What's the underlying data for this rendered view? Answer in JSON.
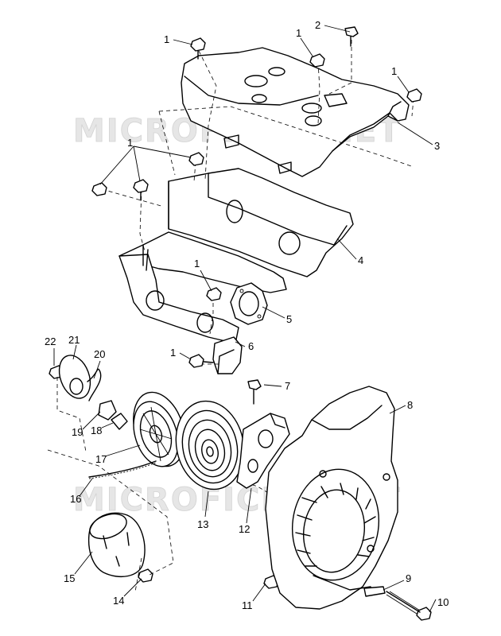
{
  "watermark": {
    "text": "MICROFICHE.NET"
  },
  "callouts": {
    "c1a": "1",
    "c1b": "1",
    "c1c": "1",
    "c1d": "1",
    "c1e": "1",
    "c1f": "1",
    "c2": "2",
    "c3": "3",
    "c4": "4",
    "c5": "5",
    "c6": "6",
    "c7": "7",
    "c8": "8",
    "c9": "9",
    "c10": "10",
    "c11": "11",
    "c12": "12",
    "c13": "13",
    "c14": "14",
    "c15": "15",
    "c16": "16",
    "c17": "17",
    "c18": "18",
    "c19": "19",
    "c20": "20",
    "c21": "21",
    "c22": "22"
  },
  "icons": {
    "bolt": "hex-bolt-icon"
  }
}
